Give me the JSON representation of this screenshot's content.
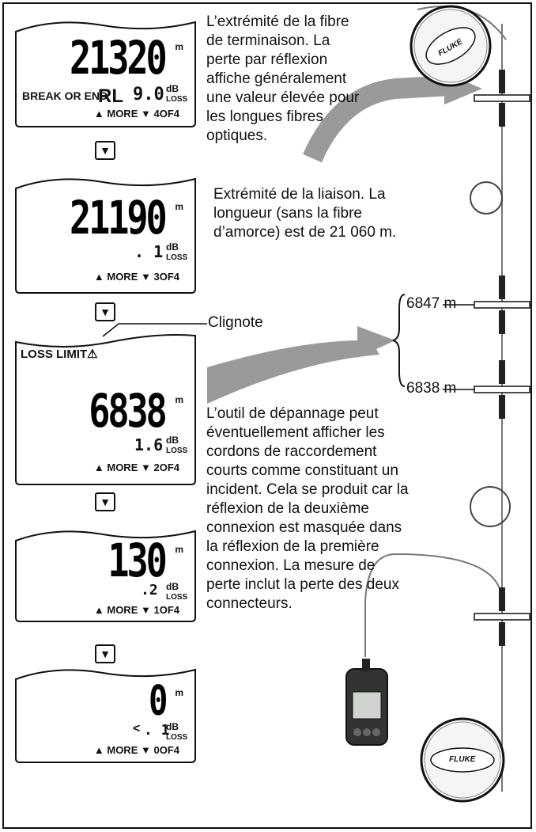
{
  "screens": [
    {
      "value": "21320",
      "unit": "m",
      "status": "BREAK OR END",
      "rl_label": "RL",
      "loss": "9.0",
      "loss_unit_top": "dB",
      "loss_unit_bottom": "LOSS",
      "nav_label": "▲ MORE ▼",
      "page": "4OF4"
    },
    {
      "value": "21190",
      "unit": "m",
      "loss": ". 1",
      "loss_unit_top": "dB",
      "loss_unit_bottom": "LOSS",
      "nav_label": "▲ MORE ▼",
      "page": "3OF4"
    },
    {
      "value": "6838",
      "unit": "m",
      "status": "LOSS LIMIT",
      "loss": "1.6",
      "loss_unit_top": "dB",
      "loss_unit_bottom": "LOSS",
      "nav_label": "▲ MORE ▼",
      "page": "2OF4"
    },
    {
      "value": "130",
      "unit": "m",
      "loss": ".2",
      "loss_unit_top": "dB",
      "loss_unit_bottom": "LOSS",
      "nav_label": "▲ MORE ▼",
      "page": "1OF4"
    },
    {
      "value": "0",
      "unit": "m",
      "loss_prefix": "<",
      "loss": ". 1",
      "loss_unit_top": "dB",
      "loss_unit_bottom": "LOSS",
      "nav_label": "▲ MORE ▼",
      "page": "0OF4"
    }
  ],
  "notes": {
    "end_fiber": [
      "L’extrémité de la fibre",
      "de terminaison. La",
      "perte par réflexion",
      "affiche généralement",
      "une valeur élevée pour",
      "les longues fibres",
      "optiques."
    ],
    "link_end": [
      "Extrémité de la liaison. La",
      "longueur (sans la fibre",
      "d’amorce) est de 21 060 m."
    ],
    "blinks": "Clignote",
    "troubleshoot": [
      "L’outil de dépannage peut",
      "éventuellement afficher les",
      "cordons de raccordement",
      "courts comme constituant un",
      "incident. Cela se produit car la",
      "réflexion de la deuxième",
      "connexion est masquée dans",
      "la réflexion de la première",
      "connexion. La mesure de",
      "perte inclut la perte des deux",
      "connecteurs."
    ]
  },
  "distances": {
    "upper": "6847 m",
    "lower": "6838 m"
  },
  "brand": "FLUKE",
  "icons": {
    "down_button": "down-triangle-icon",
    "warning": "warning-triangle-icon"
  }
}
